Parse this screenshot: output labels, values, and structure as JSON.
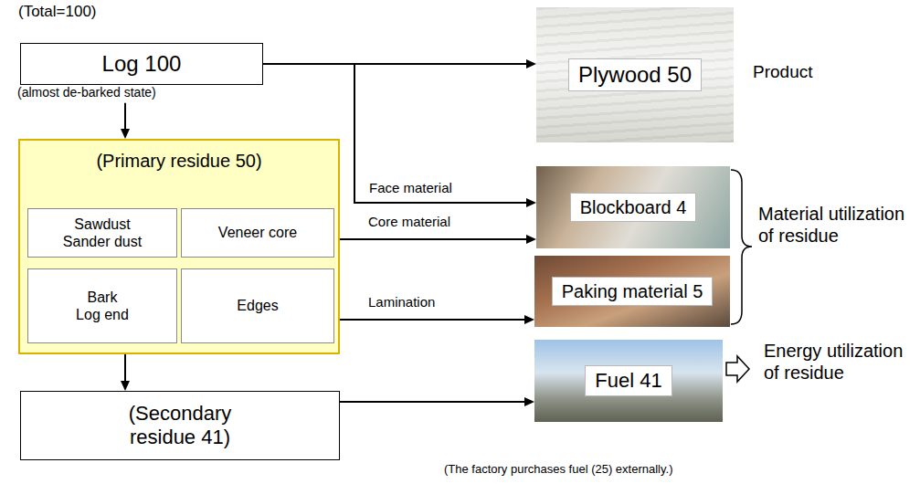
{
  "diagram": {
    "nodes": [
      {
        "text": [
          "Log 100",
          "(almost de-barked state)"
        ]
      },
      {
        "text": [
          "(Primary residue 50)"
        ]
      },
      {
        "text": [
          "Sawdust Sander dust"
        ],
        "in": 1
      },
      {
        "text": [
          "Veneer core"
        ],
        "in": 1
      },
      {
        "text": [
          "Bark Log end"
        ],
        "in": 1
      },
      {
        "text": [
          "Edges"
        ],
        "in": 1
      },
      {
        "text": [
          "(Secondary residue 41)"
        ]
      },
      {
        "text": [
          "Plywood 50"
        ]
      },
      {
        "text": [
          "Blockboard 4"
        ]
      },
      {
        "text": [
          "Paking material 5"
        ]
      },
      {
        "text": [
          "Fuel 41"
        ]
      }
    ],
    "edges": [
      {
        "from": 0,
        "to": 7,
        "arrow": "to"
      },
      {
        "from": 0,
        "to": 8,
        "label": "Face material",
        "arrow": "to"
      },
      {
        "from": 0,
        "to": 1,
        "arrow": "to"
      },
      {
        "from": 3,
        "to": 8,
        "label": "Core material",
        "arrow": "to"
      },
      {
        "from": 5,
        "to": 9,
        "label": "Lamination",
        "arrow": "to"
      },
      {
        "from": 1,
        "to": 6,
        "arrow": "to"
      },
      {
        "from": 6,
        "to": 10,
        "arrow": "to"
      }
    ],
    "labels": [
      "(Total=100)",
      "Product",
      "Material utilization of residue",
      "Energy utilization of residue",
      "(The factory purchases fuel (25) externally.)"
    ]
  }
}
